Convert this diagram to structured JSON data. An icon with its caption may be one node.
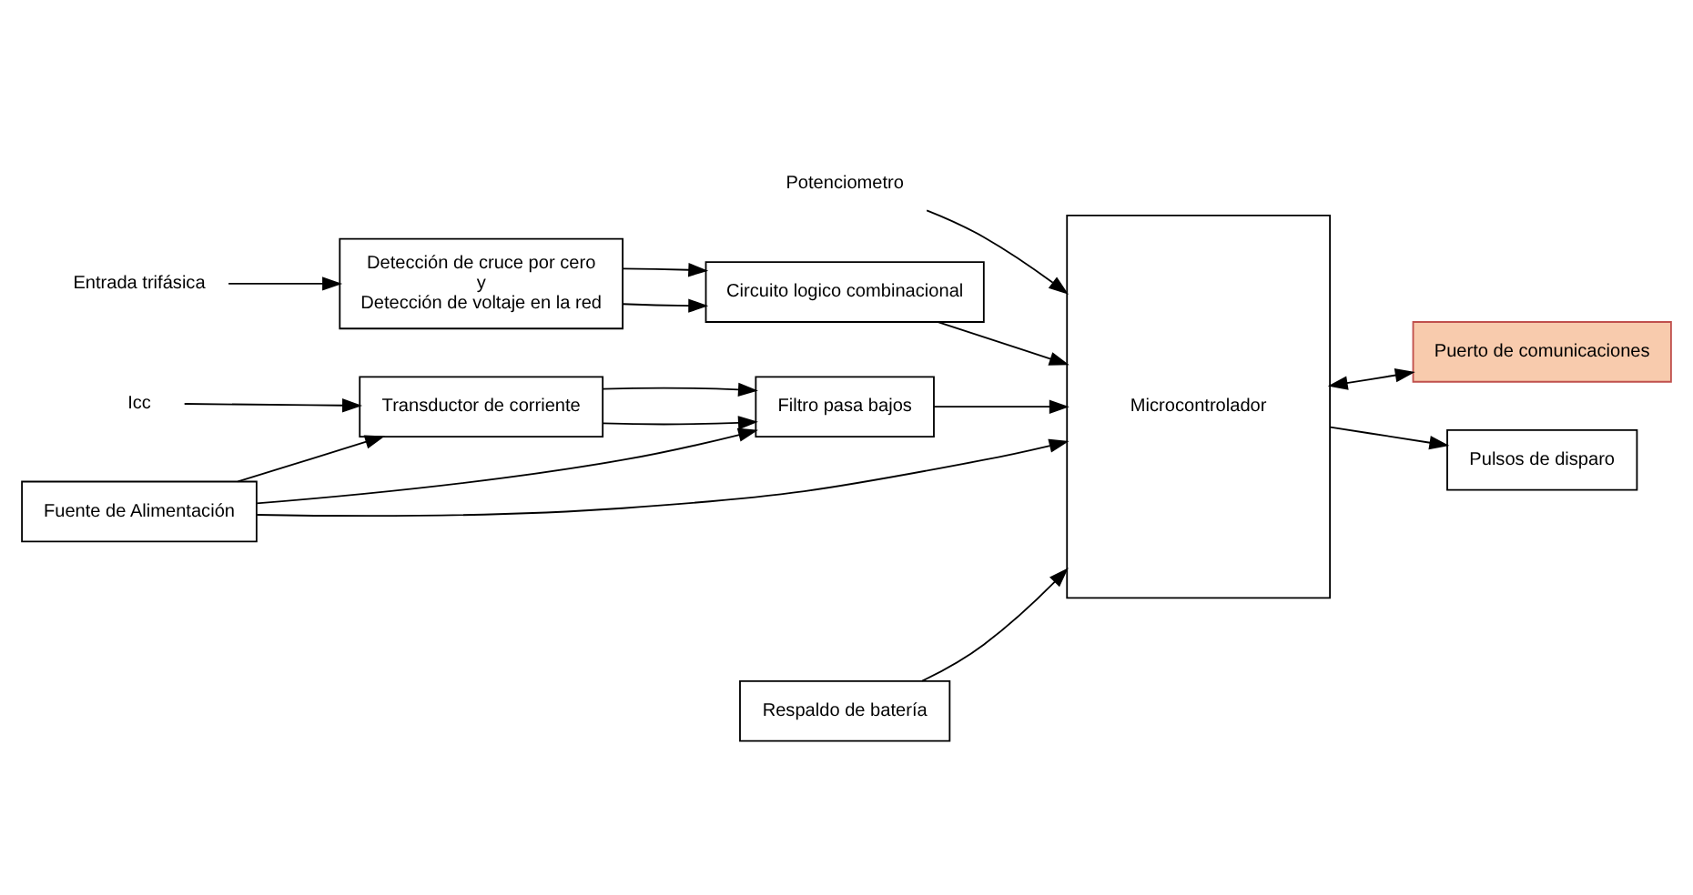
{
  "diagram": {
    "nodes": [
      {
        "text": [
          "Potenciometro"
        ]
      },
      {
        "text": [
          "Entrada trifásica"
        ]
      },
      {
        "text": [
          "Detección de cruce por cero",
          "y",
          "Detección de voltaje en la red"
        ]
      },
      {
        "text": [
          "Circuito logico combinacional"
        ]
      },
      {
        "text": [
          "Microcontrolador"
        ]
      },
      {
        "text": [
          "Puerto de comunicaciones"
        ]
      },
      {
        "text": [
          "Icc"
        ]
      },
      {
        "text": [
          "Transductor de corriente"
        ]
      },
      {
        "text": [
          "Filtro pasa bajos"
        ]
      },
      {
        "text": [
          "Pulsos de disparo"
        ]
      },
      {
        "text": [
          "Fuente de Alimentación"
        ]
      },
      {
        "text": [
          "Respaldo de batería"
        ]
      }
    ],
    "edges": [
      {
        "from": 0,
        "to": 4,
        "arrow": "to"
      },
      {
        "from": 1,
        "to": 2,
        "arrow": "to"
      },
      {
        "from": 2,
        "to": 3,
        "arrow": "to"
      },
      {
        "from": 2,
        "to": 3,
        "arrow": "to"
      },
      {
        "from": 3,
        "to": 4,
        "arrow": "to"
      },
      {
        "from": 4,
        "to": 5,
        "arrow": "both"
      },
      {
        "from": 6,
        "to": 7,
        "arrow": "to"
      },
      {
        "from": 7,
        "to": 8,
        "arrow": "to"
      },
      {
        "from": 7,
        "to": 8,
        "arrow": "to"
      },
      {
        "from": 8,
        "to": 4,
        "arrow": "to"
      },
      {
        "from": 4,
        "to": 9,
        "arrow": "to"
      },
      {
        "from": 10,
        "to": 7,
        "arrow": "to"
      },
      {
        "from": 10,
        "to": 8,
        "arrow": "to"
      },
      {
        "from": 10,
        "to": 4,
        "arrow": "to"
      },
      {
        "from": 11,
        "to": 4,
        "arrow": "to"
      }
    ]
  }
}
